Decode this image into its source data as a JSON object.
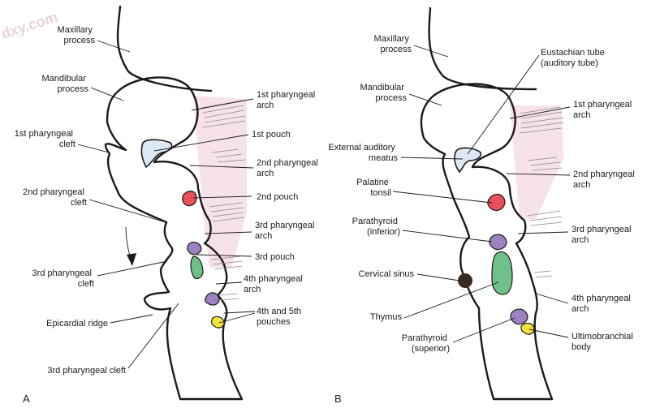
{
  "watermark": "dxy.com",
  "colors": {
    "tissue": "#fbe1bd",
    "outline": "#1a1a1a",
    "pink_haze": "#f6dde3",
    "first_pouch": "#dce9f4",
    "second_pouch": "#e8505a",
    "parathyroid": "#9c82c0",
    "thymus": "#6fc089",
    "ultimobranchial": "#f2e23c",
    "sinus": "#3a2a22"
  },
  "panel_a": {
    "letter": "A",
    "labels": {
      "maxillary": [
        "Maxillary",
        "process"
      ],
      "mandibular": [
        "Mandibular",
        "process"
      ],
      "arch1": [
        "1st pharyngeal",
        "arch"
      ],
      "cleft1": [
        "1st pharyngeal",
        "cleft"
      ],
      "pouch1": [
        "1st pouch"
      ],
      "arch2": [
        "2nd pharyngeal",
        "arch"
      ],
      "cleft2": [
        "2nd pharyngeal",
        "cleft"
      ],
      "pouch2": [
        "2nd pouch"
      ],
      "arch3": [
        "3rd pharyngeal",
        "arch"
      ],
      "pouch3": [
        "3rd pouch"
      ],
      "cleft3": [
        "3rd pharyngeal",
        "cleft"
      ],
      "arch4": [
        "4th pharyngeal",
        "arch"
      ],
      "pouch45": [
        "4th and 5th",
        "pouches"
      ],
      "epicardial": [
        "Epicardial ridge"
      ],
      "cleft3b": [
        "3rd pharyngeal cleft"
      ]
    }
  },
  "panel_b": {
    "letter": "B",
    "labels": {
      "maxillary": [
        "Maxillary",
        "process"
      ],
      "eustachian": [
        "Eustachian tube",
        "(auditory tube)"
      ],
      "mandibular": [
        "Mandibular",
        "process"
      ],
      "arch1": [
        "1st pharyngeal",
        "arch"
      ],
      "meatus": [
        "External auditory",
        "meatus"
      ],
      "tonsil": [
        "Palatine",
        "tonsil"
      ],
      "arch2": [
        "2nd pharyngeal",
        "arch"
      ],
      "parathyroid_inf": [
        "Parathyroid",
        "(inferior)"
      ],
      "arch3": [
        "3rd pharyngeal",
        "arch"
      ],
      "sinus": [
        "Cervical sinus"
      ],
      "thymus": [
        "Thymus"
      ],
      "arch4": [
        "4th pharyngeal",
        "arch"
      ],
      "parathyroid_sup": [
        "Parathyroid",
        "(superior)"
      ],
      "ultimobranchial": [
        "Ultimobranchial",
        "body"
      ]
    }
  }
}
